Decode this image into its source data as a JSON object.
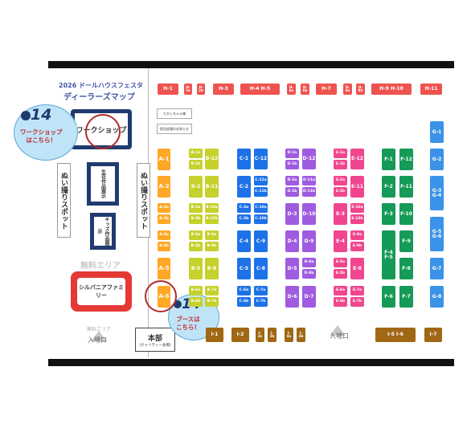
{
  "title": {
    "line1": "2026 ドールハウスフェスタ",
    "line2": "ディーラーズマップ"
  },
  "colors": {
    "H": "#ef5350",
    "A": "#ffa726",
    "B": "#c6d12d",
    "C": "#1e72e8",
    "D": "#a05be0",
    "E": "#f0468f",
    "F": "#159a57",
    "G": "#3a93e8",
    "I": "#a06714"
  },
  "rooms": {
    "workshop": "ワークショップ",
    "mingei": "生花作品展示",
    "kids": "キッズ作品展示",
    "sylvanian": "シルバニアファミリー",
    "honbu": "本部",
    "honbu_sub": "(チャリティー会場)",
    "free_area": "無料エリア",
    "nui_left": "ぬい撮りスポット",
    "nui_right": "ぬい撮りスポット",
    "entrance_left_note": "無料エリア",
    "entrance_left": "入場口",
    "entrance_right": "入場口",
    "notice1": "たかしちゃん様",
    "notice2": "宿泊会場のお知らせ"
  },
  "badges": {
    "workshop_logo": "14",
    "workshop_text": "ワークショップ\nはこちら！",
    "booth_logo": "14",
    "booth_text": "ブースは\nこちら！"
  },
  "booths": {
    "H": [
      "H-1",
      "H-\n2a",
      "H-\n2b",
      "H-3",
      "H-4 H-5",
      "H-\n6a",
      "H-\n6b",
      "H-7",
      "H-\n8a",
      "H-\n8b",
      "H-9 H-10",
      "H-11"
    ],
    "A": [
      "A-1",
      "A-2",
      "A-3a",
      "A-3b",
      "A-4a",
      "A-4b",
      "A-5",
      "A-6"
    ],
    "B": [
      "B-1a",
      "B-1b",
      "B-12",
      "B-2",
      "B-11",
      "B-3a",
      "B-3b",
      "B-10a",
      "B-10b",
      "B-4a",
      "B-4b",
      "B-9a",
      "B-9b",
      "B-5",
      "B-8",
      "B-6a",
      "B-6b",
      "B-7a",
      "B-7b"
    ],
    "C": [
      "C-1",
      "C-12",
      "C-2",
      "C-11a",
      "C-11b",
      "C-3a",
      "C-3b",
      "C-10a",
      "C-10b",
      "C-4",
      "C-9",
      "C-5",
      "C-8",
      "C-6a",
      "C-6b",
      "C-7a",
      "C-7b"
    ],
    "D": [
      "D-1a",
      "D-1b",
      "D-12",
      "D-2a",
      "D-2b",
      "D-11a",
      "D-11b",
      "D-3",
      "D-10",
      "D-4",
      "D-9",
      "D-5",
      "D-8a",
      "D-8b",
      "D-6",
      "D-7"
    ],
    "E": [
      "E-1a",
      "E-1b",
      "E-12",
      "E-2a",
      "E-2b",
      "E-11",
      "E-3",
      "E-10a",
      "E-10b",
      "E-4",
      "E-9a",
      "E-9b",
      "E-5a",
      "E-5b",
      "E-8",
      "E-6a",
      "E-6b",
      "E-7a",
      "E-7b"
    ],
    "F": [
      "F-1",
      "F-12",
      "F-2",
      "F-11",
      "F-3",
      "F-10",
      "F-4\nF-5",
      "F-9",
      "F-8",
      "F-6",
      "F-7"
    ],
    "G": [
      "G-1",
      "G-2",
      "G-3\nG-4",
      "G-5\nG-6",
      "G-7",
      "G-8"
    ],
    "I": [
      "I-1",
      "I-2",
      "I-\n3a",
      "I-\n3b",
      "I-\n4a",
      "I-\n4b",
      "I-5 I-6",
      "I-7"
    ]
  }
}
